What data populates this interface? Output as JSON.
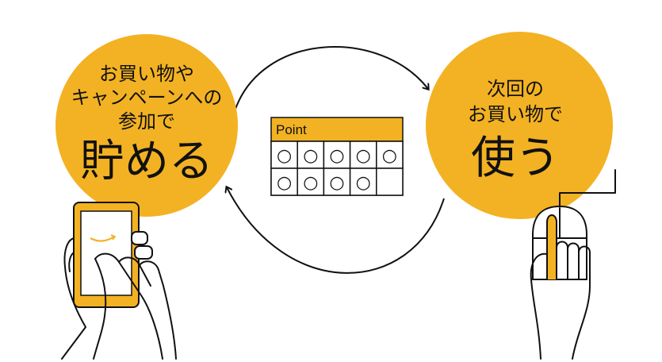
{
  "colors": {
    "accent": "#F3B223",
    "line": "#111111",
    "background": "#FFFFFF"
  },
  "left_circle": {
    "lines": [
      "お買い物や",
      "キャンペーンへの",
      "参加で"
    ],
    "big_text": "貯める"
  },
  "right_circle": {
    "lines": [
      "次回の",
      "お買い物で"
    ],
    "big_text": "使う"
  },
  "point_card": {
    "title": "Point",
    "rows": [
      [
        "○",
        "○",
        "○",
        "○",
        "○"
      ],
      [
        "○",
        "○",
        "○",
        "○",
        ""
      ]
    ]
  },
  "icons": {
    "left": "hand-holding-smartphone-icon",
    "right": "hand-on-mouse-icon",
    "cycle": "cycle-arrows-icon"
  }
}
